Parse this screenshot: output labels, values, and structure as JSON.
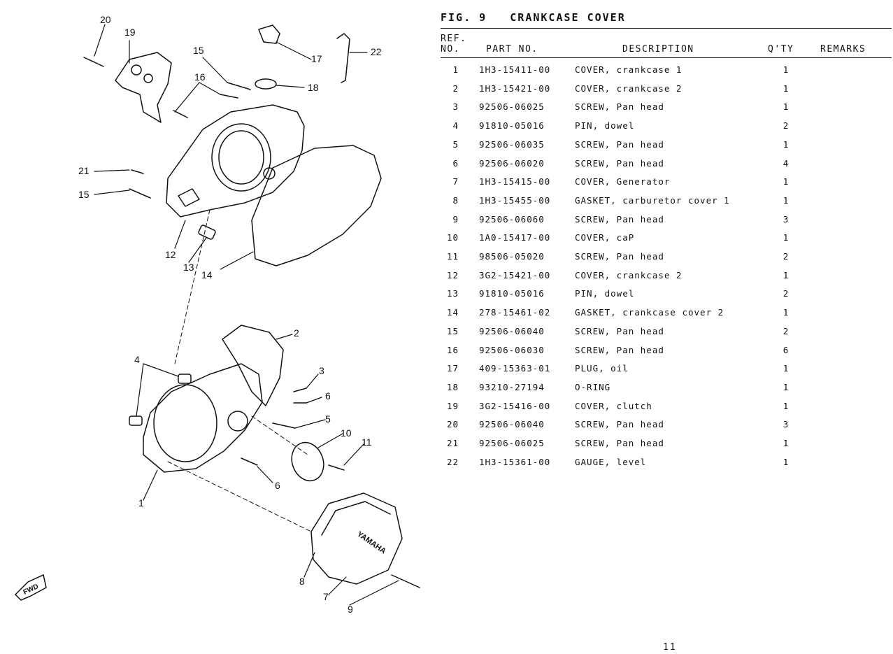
{
  "figure": {
    "label": "FIG. 9",
    "title": "CRANKCASE COVER"
  },
  "table": {
    "headers": {
      "ref_line1": "REF.",
      "ref_line2": "NO.",
      "part_no": "PART NO.",
      "description": "DESCRIPTION",
      "qty": "Q'TY",
      "remarks": "REMARKS"
    },
    "rows": [
      {
        "ref": "1",
        "part": "1H3-15411-00",
        "desc": "COVER, crankcase 1",
        "qty": "1",
        "remarks": ""
      },
      {
        "ref": "2",
        "part": "1H3-15421-00",
        "desc": "COVER, crankcase 2",
        "qty": "1",
        "remarks": ""
      },
      {
        "ref": "3",
        "part": "92506-06025",
        "desc": "SCREW, Pan head",
        "qty": "1",
        "remarks": ""
      },
      {
        "ref": "4",
        "part": "91810-05016",
        "desc": "PIN, dowel",
        "qty": "2",
        "remarks": ""
      },
      {
        "ref": "5",
        "part": "92506-06035",
        "desc": "SCREW, Pan head",
        "qty": "1",
        "remarks": ""
      },
      {
        "ref": "6",
        "part": "92506-06020",
        "desc": "SCREW, Pan head",
        "qty": "4",
        "remarks": ""
      },
      {
        "ref": "7",
        "part": "1H3-15415-00",
        "desc": "COVER, Generator",
        "qty": "1",
        "remarks": ""
      },
      {
        "ref": "8",
        "part": "1H3-15455-00",
        "desc": "GASKET, carburetor cover 1",
        "qty": "1",
        "remarks": ""
      },
      {
        "ref": "9",
        "part": "92506-06060",
        "desc": "SCREW, Pan head",
        "qty": "3",
        "remarks": ""
      },
      {
        "ref": "10",
        "part": "1A0-15417-00",
        "desc": "COVER, caP",
        "qty": "1",
        "remarks": ""
      },
      {
        "ref": "11",
        "part": "98506-05020",
        "desc": "SCREW, Pan head",
        "qty": "2",
        "remarks": ""
      },
      {
        "ref": "12",
        "part": "3G2-15421-00",
        "desc": "COVER, crankcase 2",
        "qty": "1",
        "remarks": ""
      },
      {
        "ref": "13",
        "part": "91810-05016",
        "desc": "PIN, dowel",
        "qty": "2",
        "remarks": ""
      },
      {
        "ref": "14",
        "part": "278-15461-02",
        "desc": "GASKET, crankcase cover 2",
        "qty": "1",
        "remarks": ""
      },
      {
        "ref": "15",
        "part": "92506-06040",
        "desc": "SCREW, Pan head",
        "qty": "2",
        "remarks": ""
      },
      {
        "ref": "16",
        "part": "92506-06030",
        "desc": "SCREW, Pan head",
        "qty": "6",
        "remarks": ""
      },
      {
        "ref": "17",
        "part": "409-15363-01",
        "desc": "PLUG, oil",
        "qty": "1",
        "remarks": ""
      },
      {
        "ref": "18",
        "part": "93210-27194",
        "desc": "O-RING",
        "qty": "1",
        "remarks": ""
      },
      {
        "ref": "19",
        "part": "3G2-15416-00",
        "desc": "COVER, clutch",
        "qty": "1",
        "remarks": ""
      },
      {
        "ref": "20",
        "part": "92506-06040",
        "desc": "SCREW, Pan head",
        "qty": "3",
        "remarks": ""
      },
      {
        "ref": "21",
        "part": "92506-06025",
        "desc": "SCREW, Pan head",
        "qty": "1",
        "remarks": ""
      },
      {
        "ref": "22",
        "part": "1H3-15361-00",
        "desc": "GAUGE, level",
        "qty": "1",
        "remarks": ""
      }
    ]
  },
  "diagram": {
    "callouts": [
      "20",
      "19",
      "15",
      "16",
      "17",
      "22",
      "18",
      "21",
      "15",
      "12",
      "13",
      "14",
      "2",
      "4",
      "3",
      "6",
      "5",
      "10",
      "11",
      "6",
      "1",
      "8",
      "7",
      "9"
    ],
    "fwd_label": "FWD",
    "cover_logo": "YAMAHA"
  },
  "page_number": "11"
}
